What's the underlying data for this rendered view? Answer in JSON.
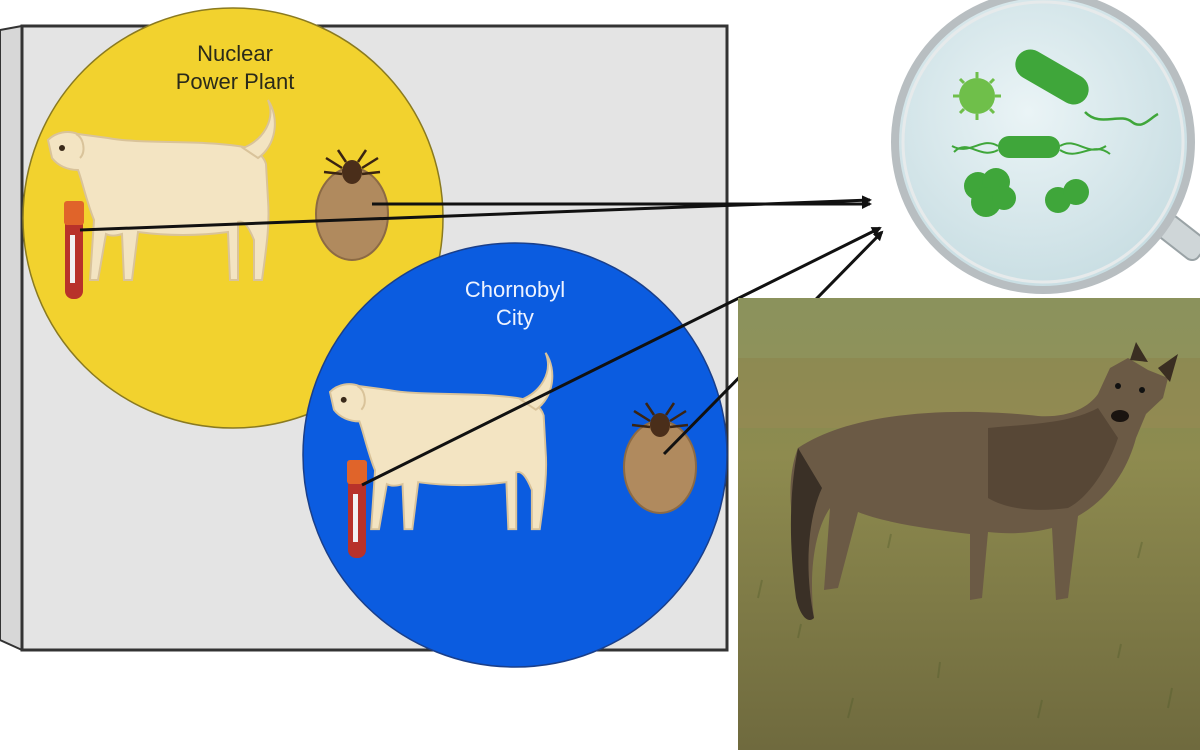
{
  "diagram": {
    "regions": [
      {
        "label_lines": [
          "Nuclear",
          "Power Plant"
        ],
        "color": "#f2d22e"
      },
      {
        "label_lines": [
          "Chornobyl",
          "City"
        ],
        "color": "#0b5ce0"
      }
    ],
    "panel_color": "#e4e4e4",
    "microbe_color": "#3fa63a",
    "blood_tube_color": "#c0392b",
    "tick_color": "#b08a5e",
    "icons": [
      "dog-icon",
      "tick-icon",
      "blood-tube-icon",
      "magnifier-icon",
      "virus-icon",
      "bacterium-icon"
    ]
  }
}
